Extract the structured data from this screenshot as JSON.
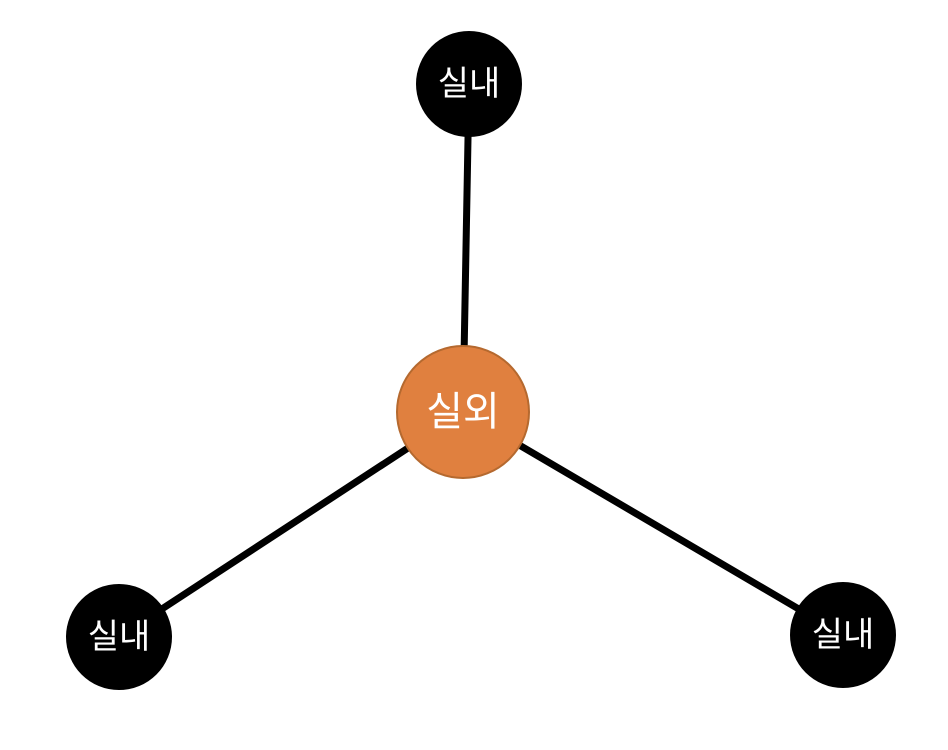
{
  "diagram": {
    "center": {
      "label": "실외",
      "fill": "#E0803F",
      "border": "#B5692F"
    },
    "outer_nodes": [
      {
        "id": "top",
        "label": "실내"
      },
      {
        "id": "bottom-left",
        "label": "실내"
      },
      {
        "id": "bottom-right",
        "label": "실내"
      }
    ],
    "edges": [
      {
        "from": "center",
        "to": "top"
      },
      {
        "from": "center",
        "to": "bottom-left"
      },
      {
        "from": "center",
        "to": "bottom-right"
      }
    ],
    "node_color": "#000000",
    "edge_color": "#000000",
    "text_color": "#FFFFFF"
  }
}
